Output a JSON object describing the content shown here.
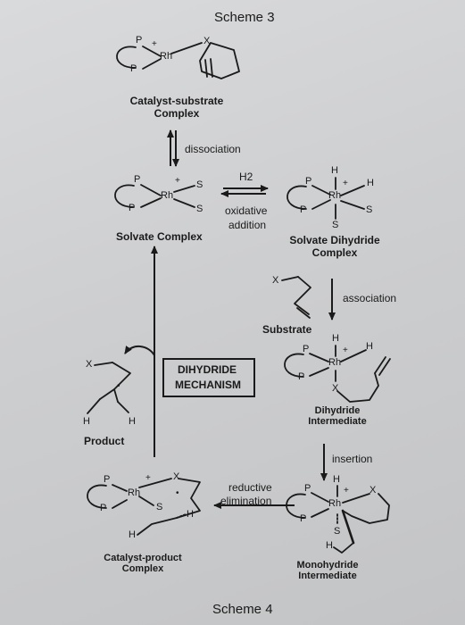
{
  "titles": {
    "top": "Scheme 3",
    "bottom": "Scheme 4"
  },
  "mechanism": {
    "line1": "DIHYDRIDE",
    "line2": "MECHANISM"
  },
  "species": {
    "catalyst_substrate": {
      "line1": "Catalyst-substrate",
      "line2": "Complex"
    },
    "solvate_complex": "Solvate Complex",
    "solvate_dihydride": {
      "line1": "Solvate Dihydride",
      "line2": "Complex"
    },
    "substrate": "Substrate",
    "dihydride_intermediate": {
      "line1": "Dihydride",
      "line2": "Intermediate"
    },
    "monohydride_intermediate": {
      "line1": "Monohydride",
      "line2": "Intermediate"
    },
    "catalyst_product": {
      "line1": "Catalyst-product",
      "line2": "Complex"
    },
    "product": "Product"
  },
  "steps": {
    "dissociation": "dissociation",
    "oxidative_addition": {
      "reagent": "H2",
      "line1": "oxidative",
      "line2": "addition"
    },
    "association": "association",
    "insertion": "insertion",
    "reductive_elimination": {
      "line1": "reductive",
      "line2": "elimination"
    }
  },
  "atoms": {
    "P": "P",
    "Rh": "Rh",
    "X": "X",
    "S": "S",
    "H": "H",
    "plus": "+",
    "dot": "•"
  }
}
